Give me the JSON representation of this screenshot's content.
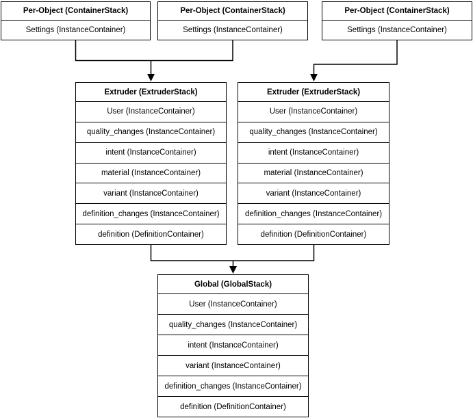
{
  "diagram": {
    "per_object_stacks": [
      {
        "title": "Per-Object (ContainerStack)",
        "rows": [
          "Settings (InstanceContainer)"
        ]
      },
      {
        "title": "Per-Object (ContainerStack)",
        "rows": [
          "Settings (InstanceContainer)"
        ]
      },
      {
        "title": "Per-Object (ContainerStack)",
        "rows": [
          "Settings (InstanceContainer)"
        ]
      }
    ],
    "extruder_stacks": [
      {
        "title": "Extruder (ExtruderStack)",
        "rows": [
          "User (InstanceContainer)",
          "quality_changes (InstanceContainer)",
          "intent (InstanceContainer)",
          "material (InstanceContainer)",
          "variant (InstanceContainer)",
          "definition_changes (InstanceContainer)",
          "definition (DefinitionContainer)"
        ]
      },
      {
        "title": "Extruder (ExtruderStack)",
        "rows": [
          "User (InstanceContainer)",
          "quality_changes (InstanceContainer)",
          "intent (InstanceContainer)",
          "material (InstanceContainer)",
          "variant (InstanceContainer)",
          "definition_changes (InstanceContainer)",
          "definition (DefinitionContainer)"
        ]
      }
    ],
    "global_stack": {
      "title": "Global (GlobalStack)",
      "rows": [
        "User (InstanceContainer)",
        "quality_changes (InstanceContainer)",
        "intent (InstanceContainer)",
        "variant (InstanceContainer)",
        "definition_changes (InstanceContainer)",
        "definition (DefinitionContainer)"
      ]
    },
    "colors": {
      "stroke": "#000000",
      "box_fill": "#ffffff",
      "background": "#ffffff",
      "text": "#000000"
    }
  }
}
